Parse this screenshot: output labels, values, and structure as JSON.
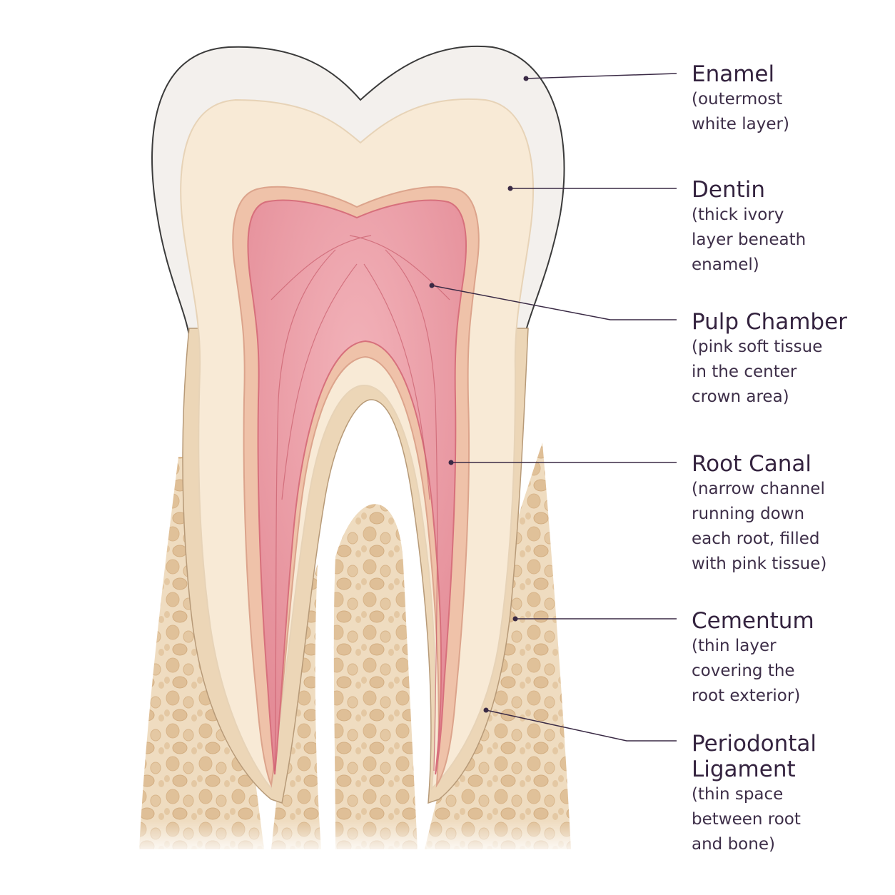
{
  "labels": [
    {
      "id": "enamel",
      "title": "Enamel",
      "desc": "(outermost\nwhite layer)"
    },
    {
      "id": "dentin",
      "title": "Dentin",
      "desc": "(thick ivory\nlayer beneath\nenamel)"
    },
    {
      "id": "pulp",
      "title": "Pulp Chamber",
      "desc": "(pink soft tissue\nin the center\ncrown area)"
    },
    {
      "id": "root-canal",
      "title": "Root Canal",
      "desc": "(narrow channel\nrunning down\neach root, filled\nwith pink tissue)"
    },
    {
      "id": "cementum",
      "title": "Cementum",
      "desc": "(thin layer\ncovering the\nroot exterior)"
    },
    {
      "id": "pdl",
      "title": "Periodontal\nLigament",
      "desc": "(thin space\nbetween root\nand bone)"
    }
  ],
  "colors": {
    "enamel": "#f4f1ee",
    "dentin": "#f8ead5",
    "pulp": "#ec9aa3",
    "pulp_dark": "#d9707c",
    "bone": "#efd9bb",
    "bone_pore": "#e2c39c",
    "cementum": "#ead4b6",
    "leader": "#3a2a45"
  }
}
